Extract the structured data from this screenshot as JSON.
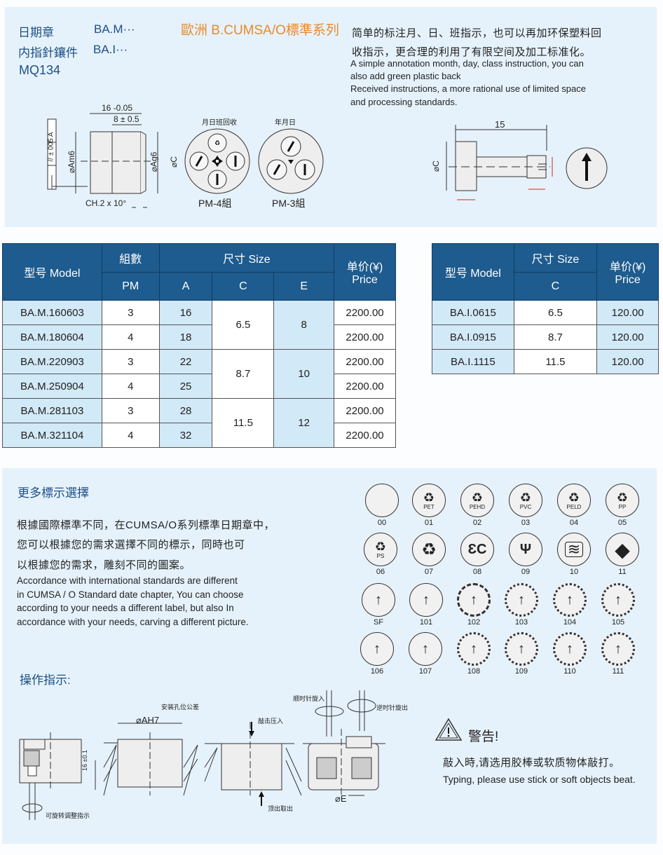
{
  "header": {
    "line1_cn": "日期章",
    "line1_code": "BA.M···",
    "line2_cn": "内指針鑲件",
    "line2_code": "BA.I···",
    "line3": "MQ134",
    "series_title": "歐洲 B.CUMSA/O標準系列"
  },
  "intro": {
    "cn_line1": "简单的标注月、日、班指示，也可以再加环保塑料回",
    "cn_line2": "收指示，更合理的利用了有限空间及加工标准化。",
    "en_line1": "A simple annotation month, day, class instruction, you can",
    "en_line2": "also add green plastic back",
    "en_line3": "Received instructions, a more rational use of limited space",
    "en_line4": "and processing standards."
  },
  "drawing_top": {
    "dim_16": "16 -0.05",
    "dim_16_sup": "0",
    "dim_8": "8 ± 0.5",
    "tolerance": "// ± 005 A",
    "dia_am6": "⌀Am6",
    "dia_ag6": "⌀Ag6",
    "chamfer": "CH.2 x 10°",
    "dia_c": "⌀C",
    "pm4_caption": "月日班回收",
    "pm3_caption": "年月日",
    "pm4_label": "PM-4組",
    "pm3_label": "PM-3組",
    "pin_length": "15",
    "pin_dia_c": "⌀C"
  },
  "table_m": {
    "headers": {
      "model": "型号 Model",
      "group": "組數",
      "size": "尺寸 Size",
      "price_cn": "单价(¥)",
      "price_en": "Price",
      "pm": "PM",
      "a": "A",
      "c": "C",
      "e": "E"
    },
    "rows": [
      {
        "model": "BA.M.160603",
        "pm": "3",
        "a": "16",
        "price": "2200.00"
      },
      {
        "model": "BA.M.180604",
        "pm": "4",
        "a": "18",
        "price": "2200.00"
      },
      {
        "model": "BA.M.220903",
        "pm": "3",
        "a": "22",
        "price": "2200.00"
      },
      {
        "model": "BA.M.250904",
        "pm": "4",
        "a": "25",
        "price": "2200.00"
      },
      {
        "model": "BA.M.281103",
        "pm": "3",
        "a": "28",
        "price": "2200.00"
      },
      {
        "model": "BA.M.321104",
        "pm": "4",
        "a": "32",
        "price": "2200.00"
      }
    ],
    "groups": [
      {
        "c": "6.5",
        "e": "8"
      },
      {
        "c": "8.7",
        "e": "10"
      },
      {
        "c": "11.5",
        "e": "12"
      }
    ]
  },
  "table_i": {
    "headers": {
      "model": "型号 Model",
      "size": "尺寸 Size",
      "c": "C",
      "price_cn": "单价(¥)",
      "price_en": "Price"
    },
    "rows": [
      {
        "model": "BA.I.0615",
        "c": "6.5",
        "price": "120.00"
      },
      {
        "model": "BA.I.0915",
        "c": "8.7",
        "price": "120.00"
      },
      {
        "model": "BA.I.1115",
        "c": "11.5",
        "price": "120.00"
      }
    ]
  },
  "more_options": {
    "title": "更多標示選擇",
    "cn_line1": "根據國際標準不同，在CUMSA/O系列標準日期章中，",
    "cn_line2": "您可以根據您的需求選擇不同的標示，同時也可",
    "cn_line3": "以根據您的需求，雕刻不同的圖案。",
    "en_line1": "Accordance with international standards are different",
    "en_line2": "in CUMSA / O Standard date chapter, You can choose",
    "en_line3": "according to your needs a different label, but also In",
    "en_line4": "accordance with your needs, carving a different picture."
  },
  "icons": [
    {
      "code": "00",
      "glyph": "",
      "sub": ""
    },
    {
      "code": "01",
      "glyph": "♻",
      "sub": "PET"
    },
    {
      "code": "02",
      "glyph": "♻",
      "sub": "PEHD"
    },
    {
      "code": "03",
      "glyph": "♻",
      "sub": "PVC"
    },
    {
      "code": "04",
      "glyph": "♻",
      "sub": "PELD"
    },
    {
      "code": "05",
      "glyph": "♻",
      "sub": "PP"
    },
    {
      "code": "06",
      "glyph": "♻",
      "sub": "PS"
    },
    {
      "code": "07",
      "glyph": "♻",
      "sub": ""
    },
    {
      "code": "08",
      "glyph": "ƐC",
      "sub": ""
    },
    {
      "code": "09",
      "glyph": "🍴",
      "sub": ""
    },
    {
      "code": "10",
      "glyph": "≋",
      "sub": ""
    },
    {
      "code": "11",
      "glyph": "◆",
      "sub": ""
    },
    {
      "code": "SF",
      "glyph": "↑",
      "sub": ""
    },
    {
      "code": "101",
      "glyph": "↑",
      "sub": ""
    },
    {
      "code": "102",
      "glyph": "↑",
      "sub": ""
    },
    {
      "code": "103",
      "glyph": "↑",
      "sub": ""
    },
    {
      "code": "104",
      "glyph": "↑",
      "sub": ""
    },
    {
      "code": "105",
      "glyph": "↑",
      "sub": ""
    },
    {
      "code": "106",
      "glyph": "↑",
      "sub": ""
    },
    {
      "code": "107",
      "glyph": "↑",
      "sub": ""
    },
    {
      "code": "108",
      "glyph": "↑",
      "sub": ""
    },
    {
      "code": "109",
      "glyph": "↑",
      "sub": ""
    },
    {
      "code": "110",
      "glyph": "↑",
      "sub": ""
    },
    {
      "code": "111",
      "glyph": "↑",
      "sub": ""
    }
  ],
  "operation": {
    "title": "操作指示:",
    "hole_tolerance": "安装孔位公差",
    "dia_ah7": "⌀AH7",
    "depth": "16 ±0.1",
    "rotate_out_note": "可旋转调整指示",
    "press_in": "敲击压入",
    "push_out": "顶出取出",
    "clockwise_in": "顺时针旋入",
    "counter_out": "逆时针旋出",
    "dia_e": "⌀E"
  },
  "warning": {
    "title": "警告!",
    "cn": "敲入時,请选用胶棒或软质物体敲打。",
    "en": "Typing, please use stick or soft objects beat."
  },
  "colors": {
    "panel": "#e6f2fb",
    "header_blue": "#1e5b8e",
    "cell_light_blue": "#d2e9f7",
    "title_blue": "#1d4f86",
    "series_orange": "#e88a2a"
  }
}
